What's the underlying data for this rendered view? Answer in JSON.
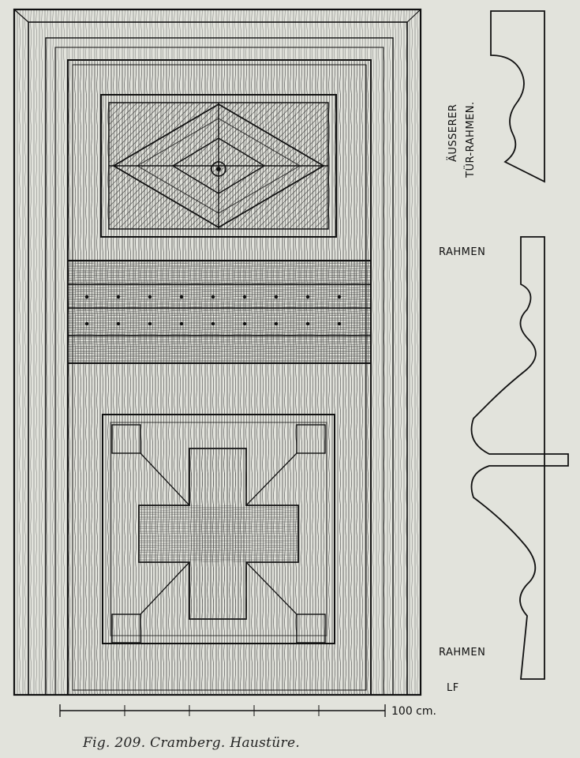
{
  "figure": {
    "caption": "Fig. 209.  Cramberg.  Haustüre.",
    "monogram": "LF"
  },
  "profiles": {
    "outer_frame_label_line1": "ÄUSSERER",
    "outer_frame_label_line2": "TÜR-RAHMEN.",
    "frame_label_top": "RAHMEN",
    "frame_label_bottom": "RAHMEN"
  },
  "scale_bar": {
    "label": "100 cm."
  },
  "colors": {
    "paper": "#e2e3dc",
    "ink": "#111111",
    "wood_hatch": "#3a3a3a"
  }
}
